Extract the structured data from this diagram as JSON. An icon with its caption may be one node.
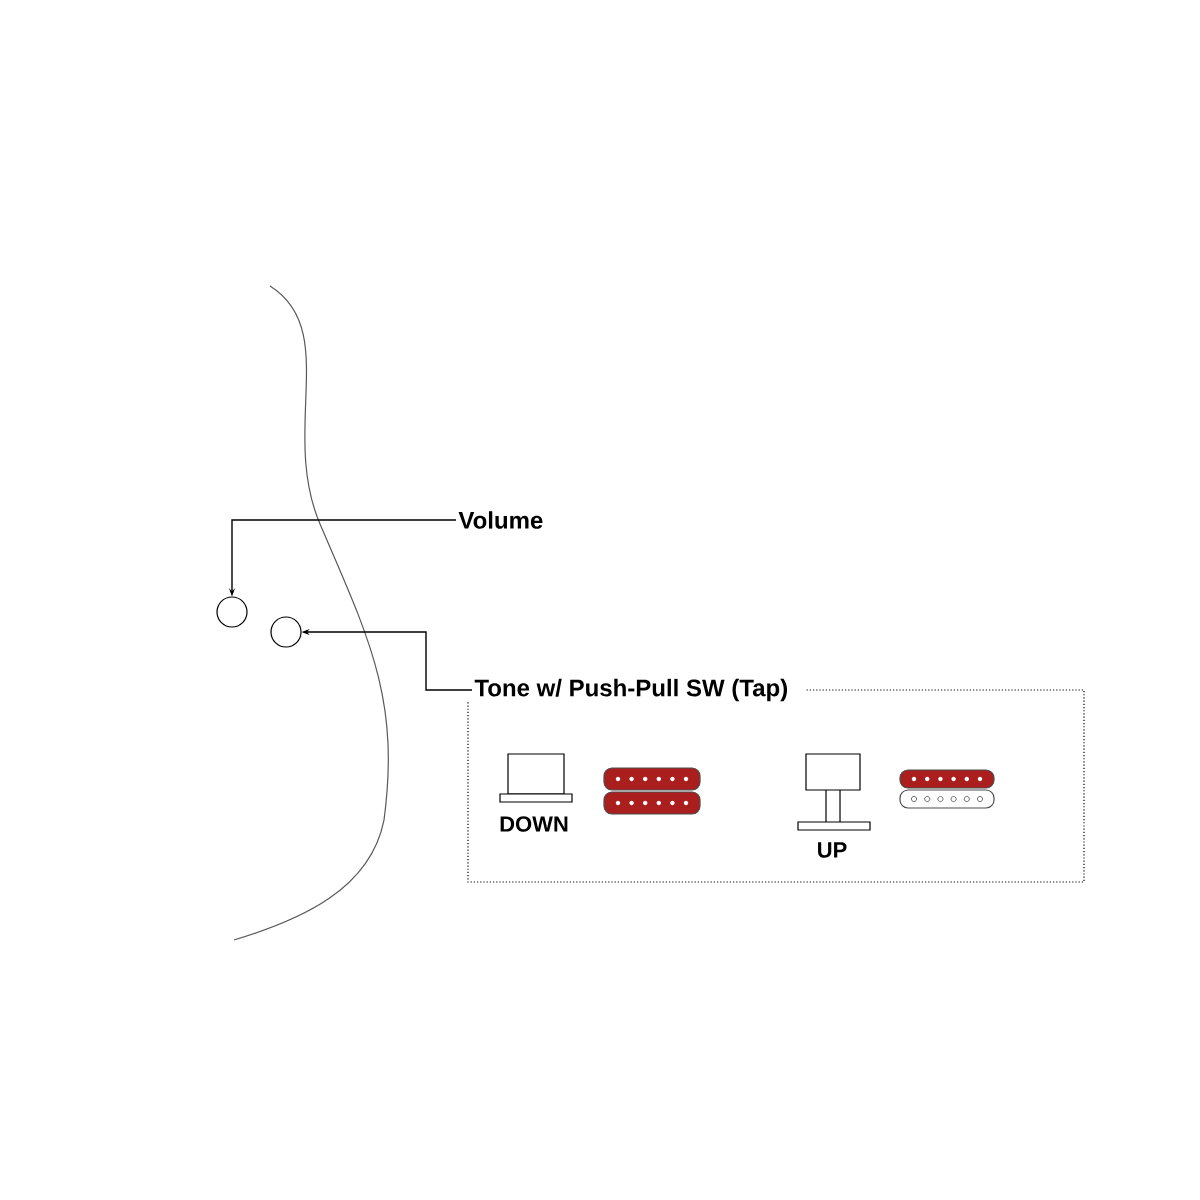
{
  "diagram": {
    "nodes": [
      {
        "text": [
          "Volume"
        ]
      },
      {
        "text": [],
        "shape": "circle"
      },
      {
        "text": [],
        "shape": "circle"
      },
      {
        "text": [
          "Tone w/ Push-Pull SW (Tap)"
        ]
      }
    ],
    "edges": [
      {
        "from": 0,
        "to": 1,
        "arrow": "to"
      },
      {
        "from": 3,
        "to": 2,
        "arrow": "to"
      }
    ],
    "labels": [
      "DOWN",
      "UP"
    ]
  }
}
